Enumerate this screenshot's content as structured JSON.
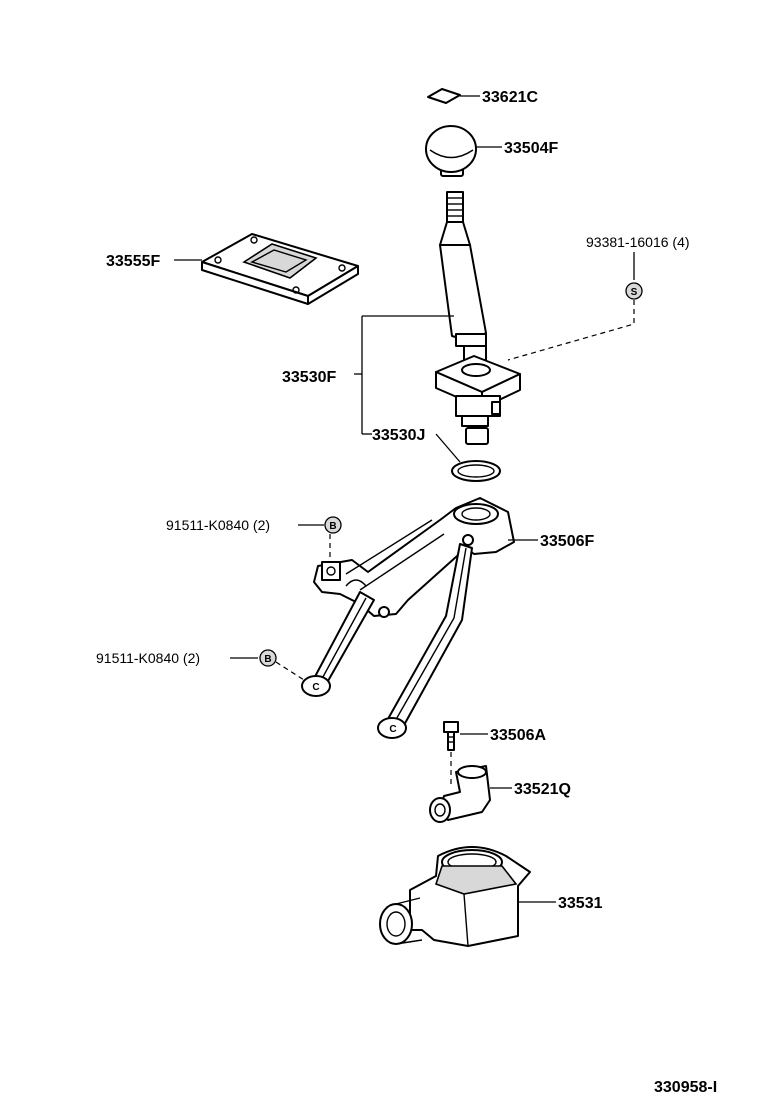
{
  "diagram_id": "330958-I",
  "labels": {
    "p33621C": "33621C",
    "p33504F": "33504F",
    "p93381": "93381-16016 (4)",
    "p33555F": "33555F",
    "p33530F": "33530F",
    "p33530J": "33530J",
    "p91511_a": "91511-K0840 (2)",
    "p33506F": "33506F",
    "p91511_b": "91511-K0840 (2)",
    "p33506A": "33506A",
    "p33521Q": "33521Q",
    "p33531": "33531"
  },
  "callouts": {
    "s": "S",
    "b1": "B",
    "b2": "B",
    "c1": "C",
    "c2": "C"
  }
}
